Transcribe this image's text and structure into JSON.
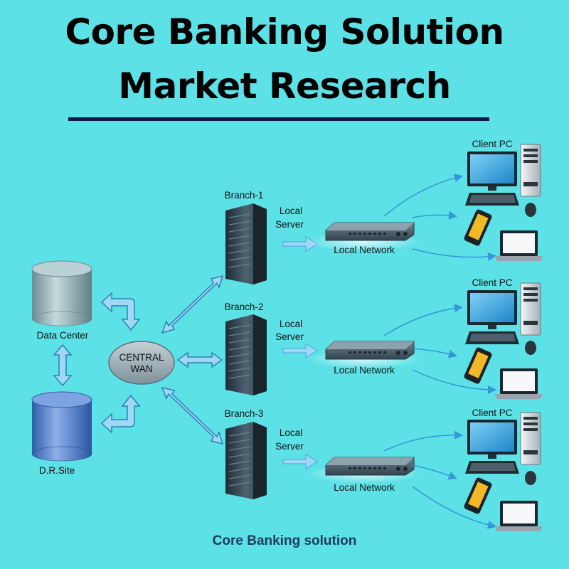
{
  "title_line1": "Core Banking Solution",
  "title_line2": "Market Research",
  "footer": "Core Banking solution",
  "data_center_label": "Data Center",
  "dr_site_label": "D.R.Site",
  "central_wan_line1": "CENTRAL",
  "central_wan_line2": "WAN",
  "branches": [
    {
      "name": "Branch-1",
      "server_label_line1": "Local",
      "server_label_line2": "Server",
      "network_label": "Local Network",
      "client_label": "Client PC"
    },
    {
      "name": "Branch-2",
      "server_label_line1": "Local",
      "server_label_line2": "Server",
      "network_label": "Local Network",
      "client_label": "Client PC"
    },
    {
      "name": "Branch-3",
      "server_label_line1": "Local",
      "server_label_line2": "Server",
      "network_label": "Local Network",
      "client_label": "Client PC"
    }
  ],
  "colors": {
    "background": "#5ce1e6",
    "arrow_fill": "#9fd8f5",
    "arrow_stroke": "#2d7fb8",
    "server_dark": "#2c3e4a",
    "cylinder_gray": "#8aa7ad",
    "cylinder_blue": "#4a78c2",
    "monitor_screen": "#39a9e6"
  },
  "icons": [
    "server-icon",
    "switch-icon",
    "database-icon",
    "monitor-icon",
    "phone-icon",
    "laptop-icon",
    "mouse-icon"
  ]
}
